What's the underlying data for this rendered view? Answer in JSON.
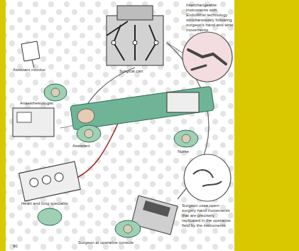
{
  "diagram": {
    "labels": [
      "Interchangeable instruments with EndoWrist technology simultaneously following surgeon's hand and wrist movements",
      "Assistant monitor",
      "Surgical cart",
      "Anaesthesiologist",
      "Assistant",
      "Nurse",
      "Heart and lung specialist",
      "Surgeon at operative console",
      "Surgeon uses open-surgery hand movements that are precisely replicated in the operative field by the instruments",
      "90"
    ]
  }
}
